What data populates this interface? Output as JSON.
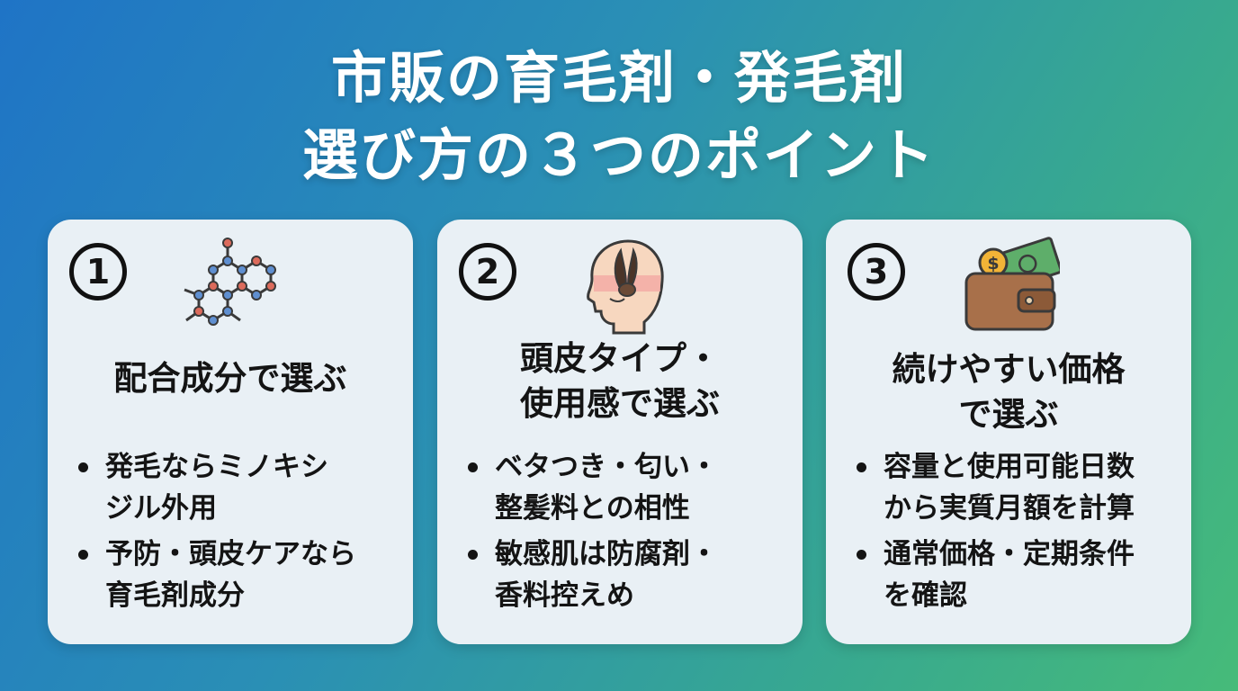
{
  "title": {
    "line1": "市販の育毛剤・発毛剤",
    "line2": "選び方の３つのポイント"
  },
  "cards": [
    {
      "number": "1",
      "icon": "molecule-icon",
      "heading_lines": [
        "配合成分で選ぶ"
      ],
      "bullets": [
        [
          "発毛ならミノキシ",
          "ジル外用"
        ],
        [
          "予防・頭皮ケアなら",
          "育毛剤成分"
        ]
      ]
    },
    {
      "number": "2",
      "icon": "scalp-cross-section-icon",
      "heading_lines": [
        "頭皮タイプ・",
        "使用感で選ぶ"
      ],
      "bullets": [
        [
          "ベタつき・匂い・",
          "整髪料との相性"
        ],
        [
          "敏感肌は防腐剤・",
          "香料控えめ"
        ]
      ]
    },
    {
      "number": "3",
      "icon": "wallet-money-icon",
      "heading_lines": [
        "続けやすい価格",
        "で選ぶ"
      ],
      "bullets": [
        [
          "容量と使用可能日数",
          "から実質月額を計算"
        ],
        [
          "通常価格・定期条件",
          "を確認"
        ]
      ]
    }
  ],
  "colors": {
    "bg_gradient_start": "#1f74c6",
    "bg_gradient_end": "#46bb79",
    "card_bg": "#e9f0f5",
    "text": "#141414",
    "molecule_blue": "#5f8fd0",
    "molecule_red": "#dc6b5c",
    "skin": "#f7d7bf",
    "wallet_brown": "#a8704a",
    "money_green": "#5eae6a",
    "coin_gold": "#f2b437"
  }
}
